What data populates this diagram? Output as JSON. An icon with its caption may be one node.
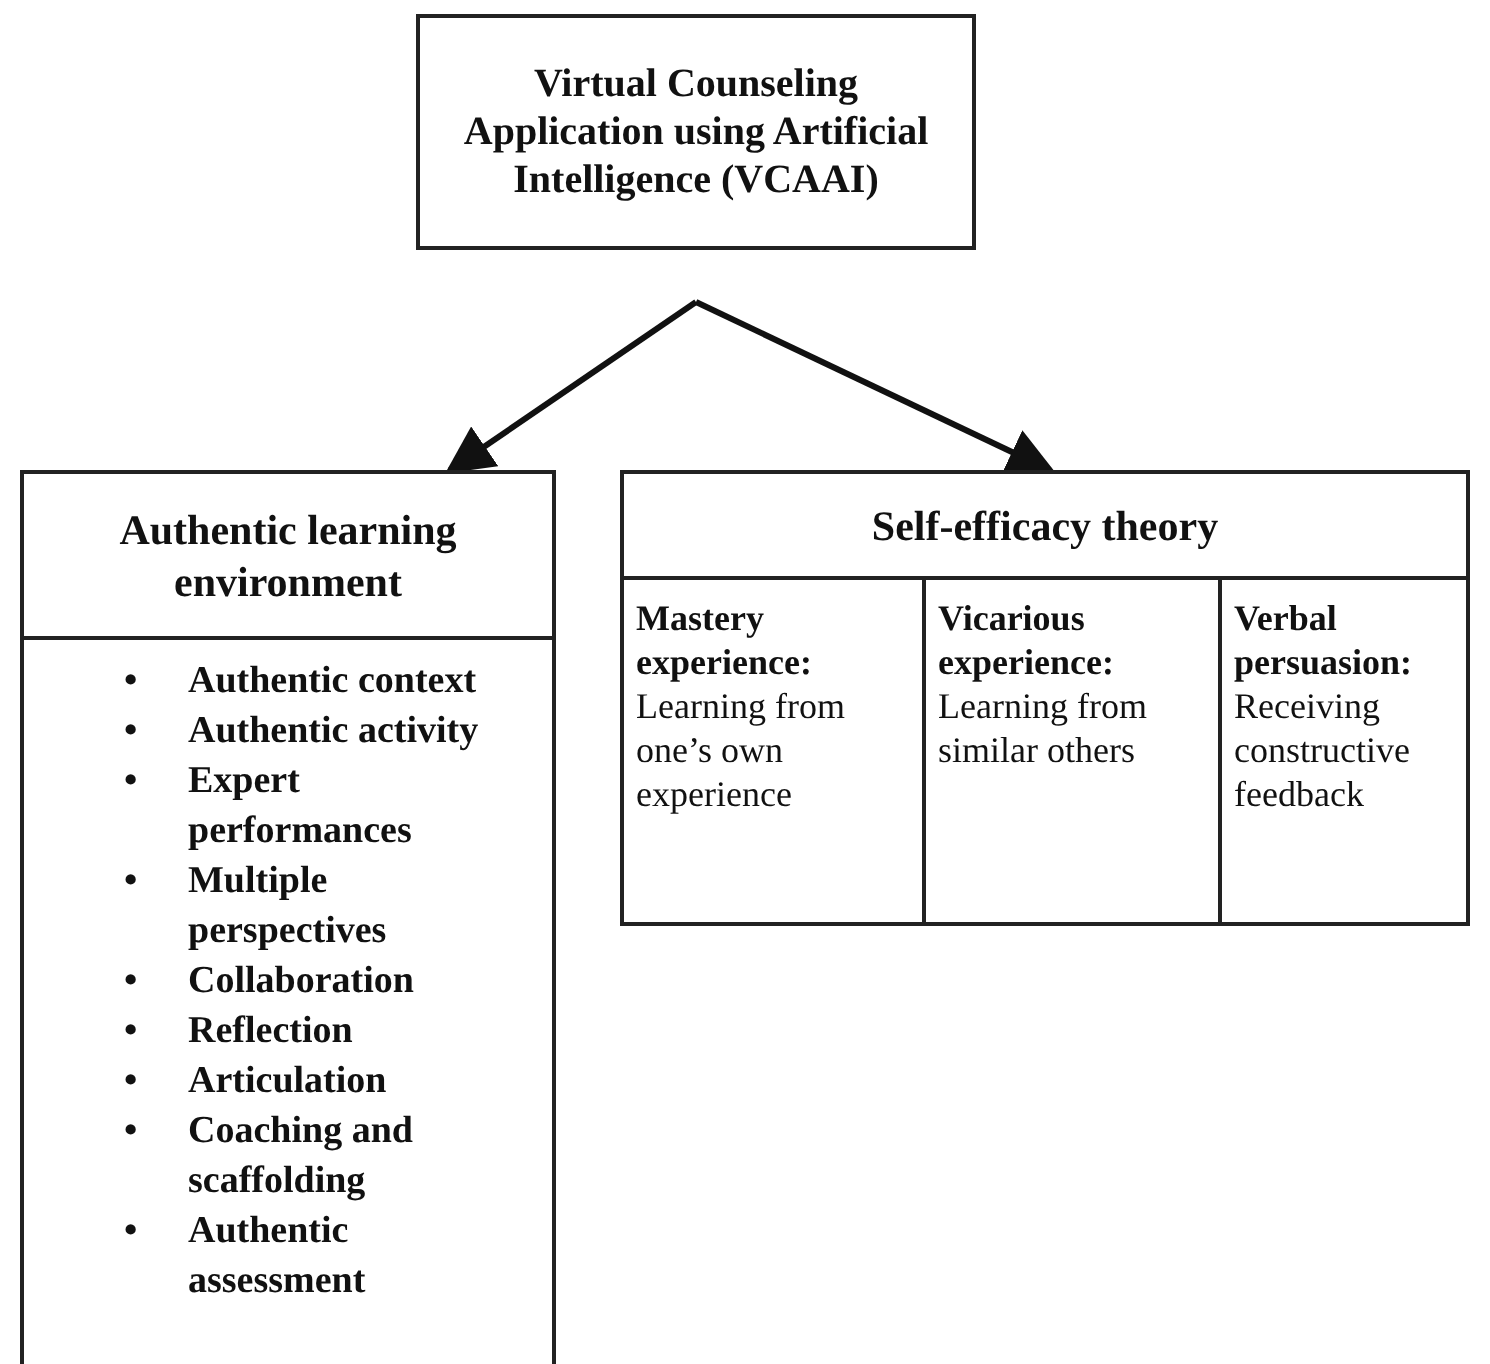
{
  "diagram": {
    "nodes": [
      {
        "text": [
          "Virtual Counseling Application using Artificial Intelligence (VCAAI)"
        ]
      },
      {
        "text": [
          "Authentic learning environment",
          "• Authentic context",
          "• Authentic activity",
          "• Expert performances",
          "• Multiple perspectives",
          "• Collaboration",
          "• Reflection",
          "• Articulation",
          "• Coaching and scaffolding",
          "• Authentic assessment"
        ]
      },
      {
        "text": [
          "Self-efficacy theory"
        ]
      },
      {
        "text": [
          "Mastery experience:",
          "Learning from one’s own experience"
        ],
        "in": 2
      },
      {
        "text": [
          "Vicarious experience:",
          "Learning from similar others"
        ],
        "in": 2
      },
      {
        "text": [
          "Verbal persuasion:",
          "Receiving constructive feedback"
        ],
        "in": 2
      }
    ],
    "edges": [
      {
        "from": 0,
        "to": 1,
        "arrow": "to"
      },
      {
        "from": 0,
        "to": 2,
        "arrow": "to"
      }
    ]
  }
}
